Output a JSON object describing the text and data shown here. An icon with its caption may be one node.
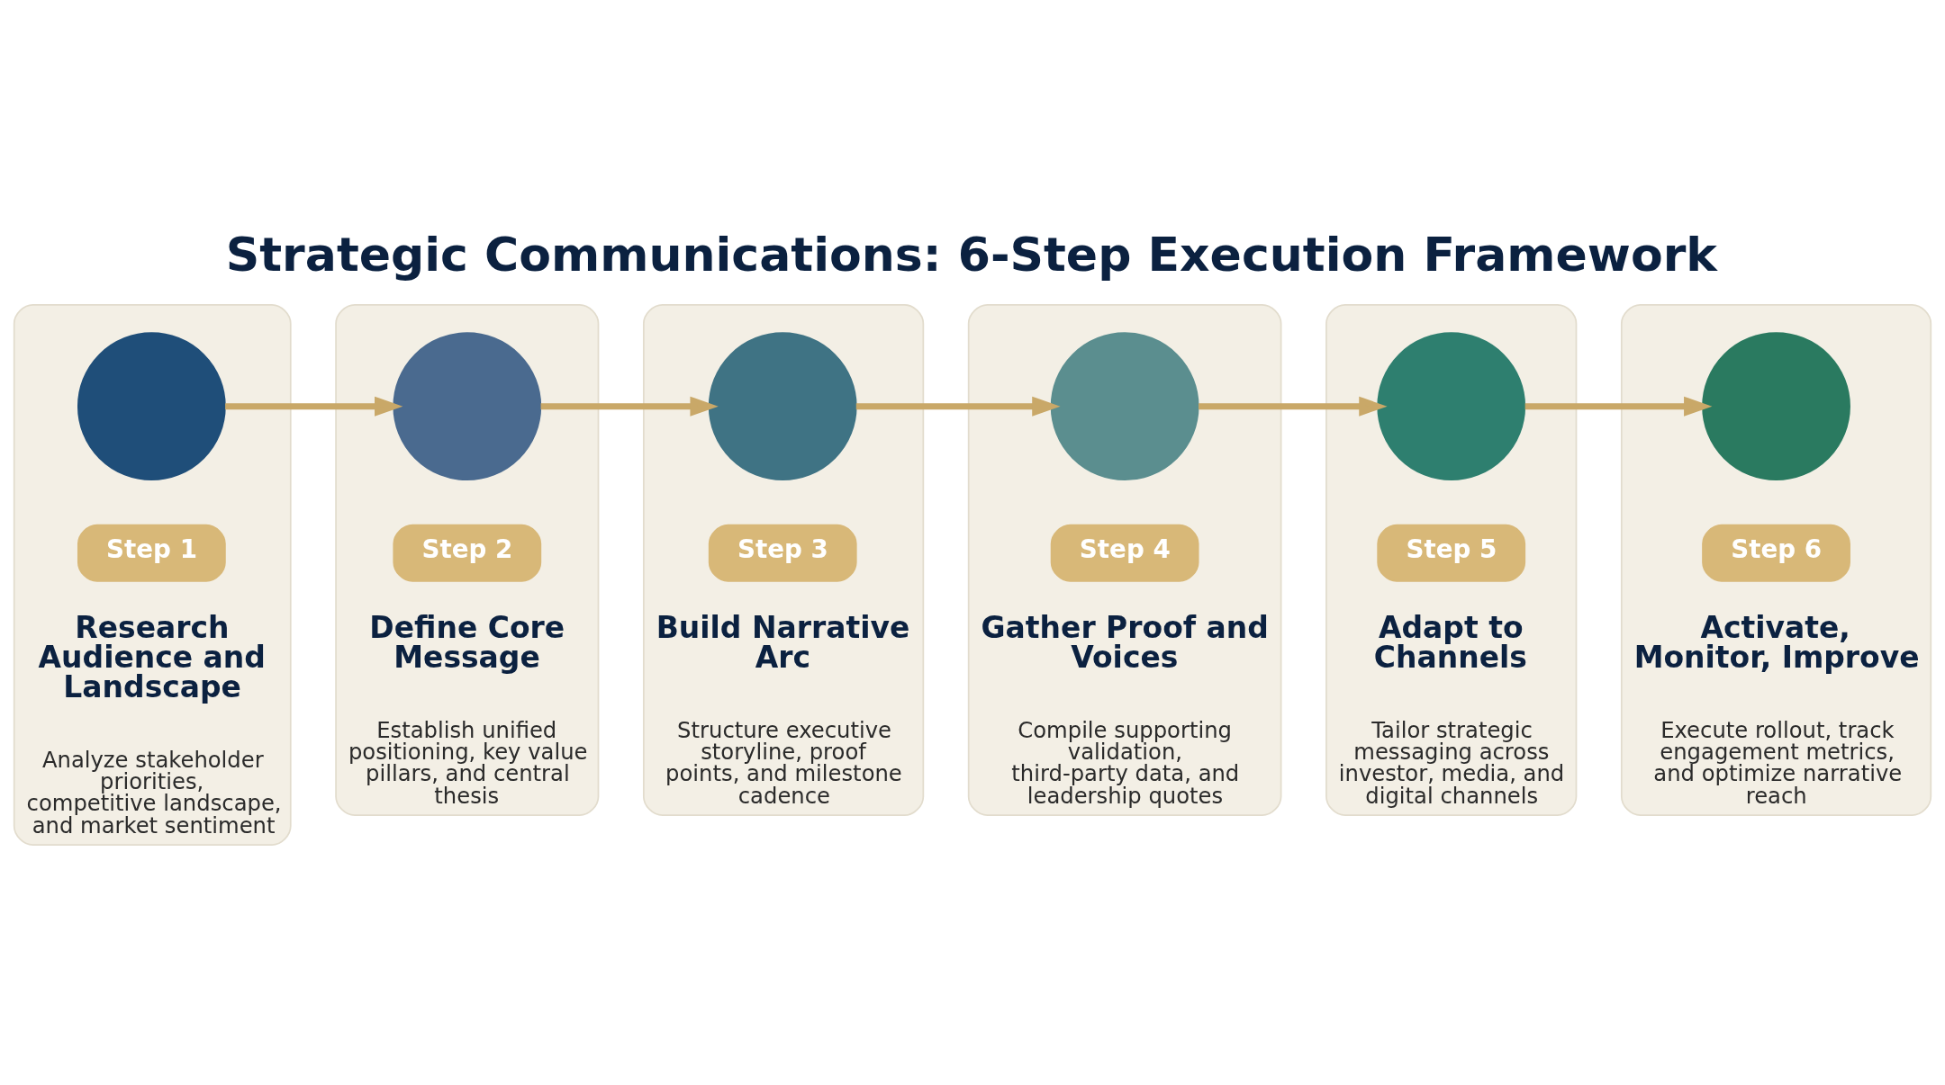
{
  "diagram": {
    "title": "Strategic Communications: 6-Step Execution Framework",
    "nodes": [
      {
        "text": [
          "Research Audience and Landscape",
          "Analyze stakeholder priorities, competitive landscape, and market sentiment"
        ]
      },
      {
        "text": [
          "Step 1"
        ],
        "in": 0
      },
      {
        "text": [],
        "shape": "circle",
        "in": 0
      },
      {
        "text": [
          "Define Core Message",
          "Establish unified positioning, key value pillars, and central thesis"
        ]
      },
      {
        "text": [
          "Step 2"
        ],
        "in": 3
      },
      {
        "text": [],
        "shape": "circle",
        "in": 3
      },
      {
        "text": [
          "Build Narrative Arc",
          "Structure executive storyline, proof points, and milestone cadence"
        ]
      },
      {
        "text": [
          "Step 3"
        ],
        "in": 6
      },
      {
        "text": [],
        "shape": "circle",
        "in": 6
      },
      {
        "text": [
          "Gather Proof and Voices",
          "Compile supporting validation, third-party data, and leadership quotes"
        ]
      },
      {
        "text": [
          "Step 4"
        ],
        "in": 9
      },
      {
        "text": [],
        "shape": "circle",
        "in": 9
      },
      {
        "text": [
          "Adapt to Channels",
          "Tailor strategic messaging across investor, media, and digital channels"
        ]
      },
      {
        "text": [
          "Step 5"
        ],
        "in": 12
      },
      {
        "text": [],
        "shape": "circle",
        "in": 12
      },
      {
        "text": [
          "Activate, Monitor, Improve",
          "Execute rollout, track engagement metrics, and optimize narrative reach"
        ]
      },
      {
        "text": [
          "Step 6"
        ],
        "in": 15
      },
      {
        "text": [],
        "shape": "circle",
        "in": 15
      }
    ],
    "edges": [
      {
        "from": 2,
        "to": 5,
        "arrow": "to"
      },
      {
        "from": 5,
        "to": 8,
        "arrow": "to"
      },
      {
        "from": 8,
        "to": 11,
        "arrow": "to"
      },
      {
        "from": 11,
        "to": 14,
        "arrow": "to"
      },
      {
        "from": 14,
        "to": 17,
        "arrow": "to"
      }
    ]
  }
}
